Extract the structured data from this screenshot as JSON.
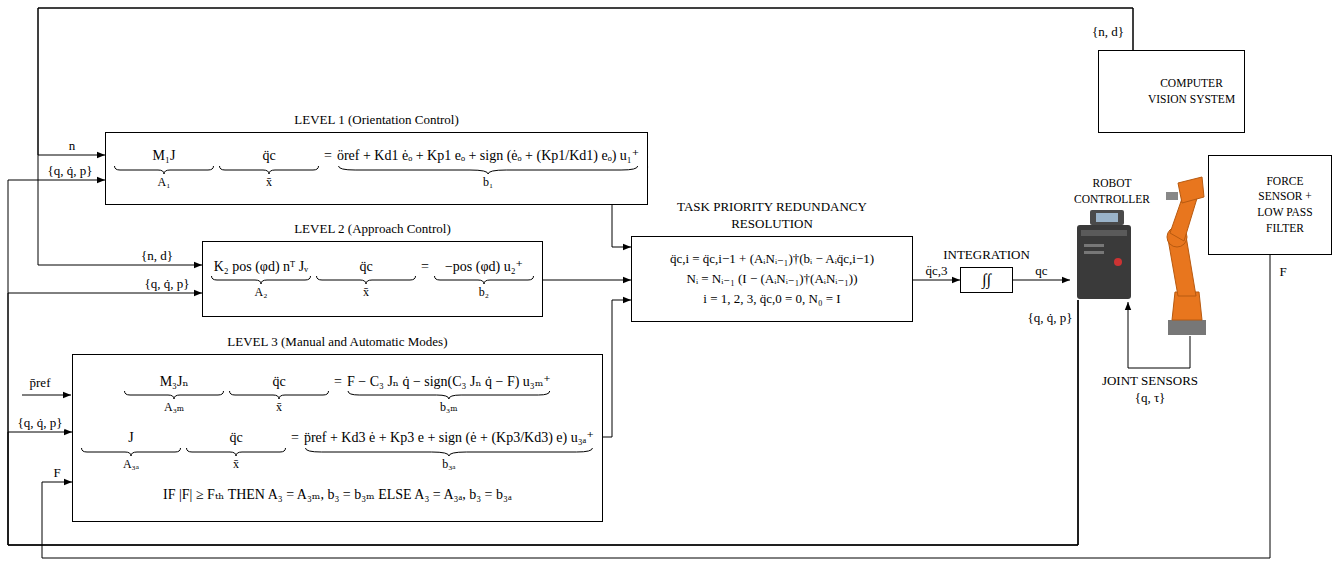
{
  "diagram": {
    "nodes": [
      {
        "text": [
          "COMPUTER VISION SYSTEM"
        ]
      },
      {
        "text": [
          "LEVEL 1 (Orientation Control)",
          "M₁J",
          "A₁",
          "q̈c",
          "x̄",
          "=",
          "öref + Kd1 ėₒ + Kp1 eₒ + sign (ėₒ + (Kp1/Kd1) eₒ) u₁⁺",
          "b₁"
        ]
      },
      {
        "text": [
          "LEVEL 2 (Approach Control)",
          "K₂ pos (φd) nᵀ Jᵥ",
          "A₂",
          "q̈c",
          "x̄",
          "=",
          "−pos (φd) u₂⁺",
          "b₂"
        ]
      },
      {
        "text": [
          "LEVEL 3 (Manual and Automatic Modes)",
          "M₃Jₙ",
          "A₃ₘ",
          "q̈c",
          "x̄",
          "=",
          "F − C₃ Jₙ q̇ − sign(C₃ Jₙ q̇ − F) u₃ₘ⁺",
          "b₃ₘ",
          "J",
          "A₃ₐ",
          "q̈c",
          "x̄",
          "=",
          "p̈ref + Kd3 ė + Kp3 e + sign (ė + (Kp3/Kd3) e) u₃ₐ⁺",
          "b₃ₐ",
          "IF |F| ≥ Fₜₕ THEN A₃ = A₃ₘ, b₃ = b₃ₘ ELSE A₃ = A₃ₐ, b₃ = b₃ₐ"
        ]
      },
      {
        "text": [
          "TASK PRIORITY REDUNDANCY RESOLUTION",
          "q̈c,i = q̈c,i−1 + (AᵢNᵢ₋₁)†(bᵢ − Aᵢq̈c,i−1)",
          "Nᵢ = Nᵢ₋₁ (I − (AᵢNᵢ₋₁)†(AᵢNᵢ₋₁))",
          "i = 1, 2, 3, q̈c,0 = 0, N₀ = I"
        ]
      },
      {
        "text": [
          "INTEGRATION",
          "∫∫"
        ]
      },
      {
        "text": [
          "ROBOT CONTROLLER"
        ]
      },
      {
        "text": [
          "FORCE SENSOR + LOW PASS FILTER"
        ]
      }
    ],
    "edges": [
      {
        "from": 0,
        "to": 1,
        "arrow": "to",
        "label": "n"
      },
      {
        "from": 0,
        "to": 2,
        "arrow": "to",
        "label": "{n, d}"
      },
      {
        "from": 6,
        "to": 1,
        "arrow": "to",
        "label": "{q, q̇, p}"
      },
      {
        "from": 6,
        "to": 2,
        "arrow": "to",
        "label": "{q, q̇, p}"
      },
      {
        "from": 6,
        "to": 3,
        "arrow": "to",
        "label": "{q, q̇, p}"
      },
      {
        "from": 7,
        "to": 3,
        "arrow": "to",
        "label": "F"
      },
      {
        "from": 1,
        "to": 4,
        "arrow": "to"
      },
      {
        "from": 2,
        "to": 4,
        "arrow": "to"
      },
      {
        "from": 3,
        "to": 4,
        "arrow": "to"
      },
      {
        "from": 4,
        "to": 5,
        "arrow": "to",
        "label": "q̈c,3"
      },
      {
        "from": 5,
        "to": 6,
        "arrow": "to",
        "label": "qc"
      }
    ],
    "labels": [
      "{n, d}",
      "{q, q̇, p}",
      "F",
      "p̄ref",
      "JOINT SENSORS",
      "{q, τ}"
    ]
  }
}
